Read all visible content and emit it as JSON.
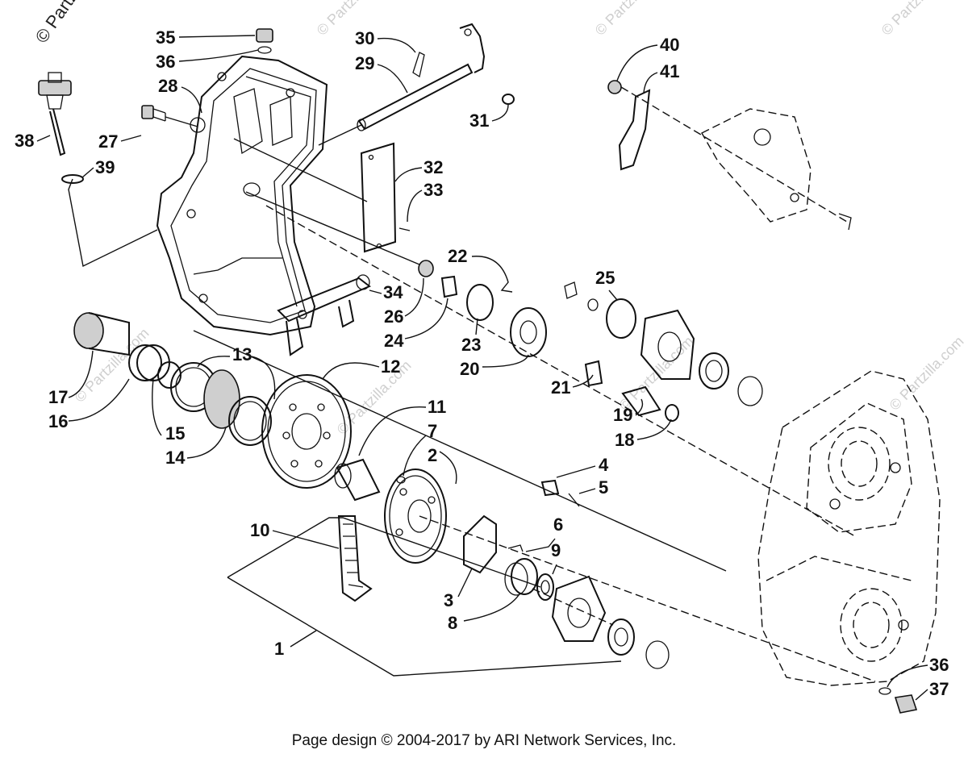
{
  "watermarks": {
    "primary": "© Partzilla.com",
    "secondary": "© Partzilla.com"
  },
  "footer": "Page design © 2004-2017 by ARI Network Services, Inc.",
  "callouts": [
    "1",
    "2",
    "3",
    "4",
    "5",
    "6",
    "7",
    "8",
    "9",
    "10",
    "11",
    "12",
    "13",
    "14",
    "15",
    "16",
    "17",
    "18",
    "19",
    "20",
    "21",
    "22",
    "23",
    "24",
    "25",
    "26",
    "27",
    "28",
    "29",
    "30",
    "31",
    "32",
    "33",
    "34",
    "35",
    "36",
    "37",
    "38",
    "39",
    "40",
    "41"
  ],
  "callouts_repeat": [
    "36"
  ]
}
